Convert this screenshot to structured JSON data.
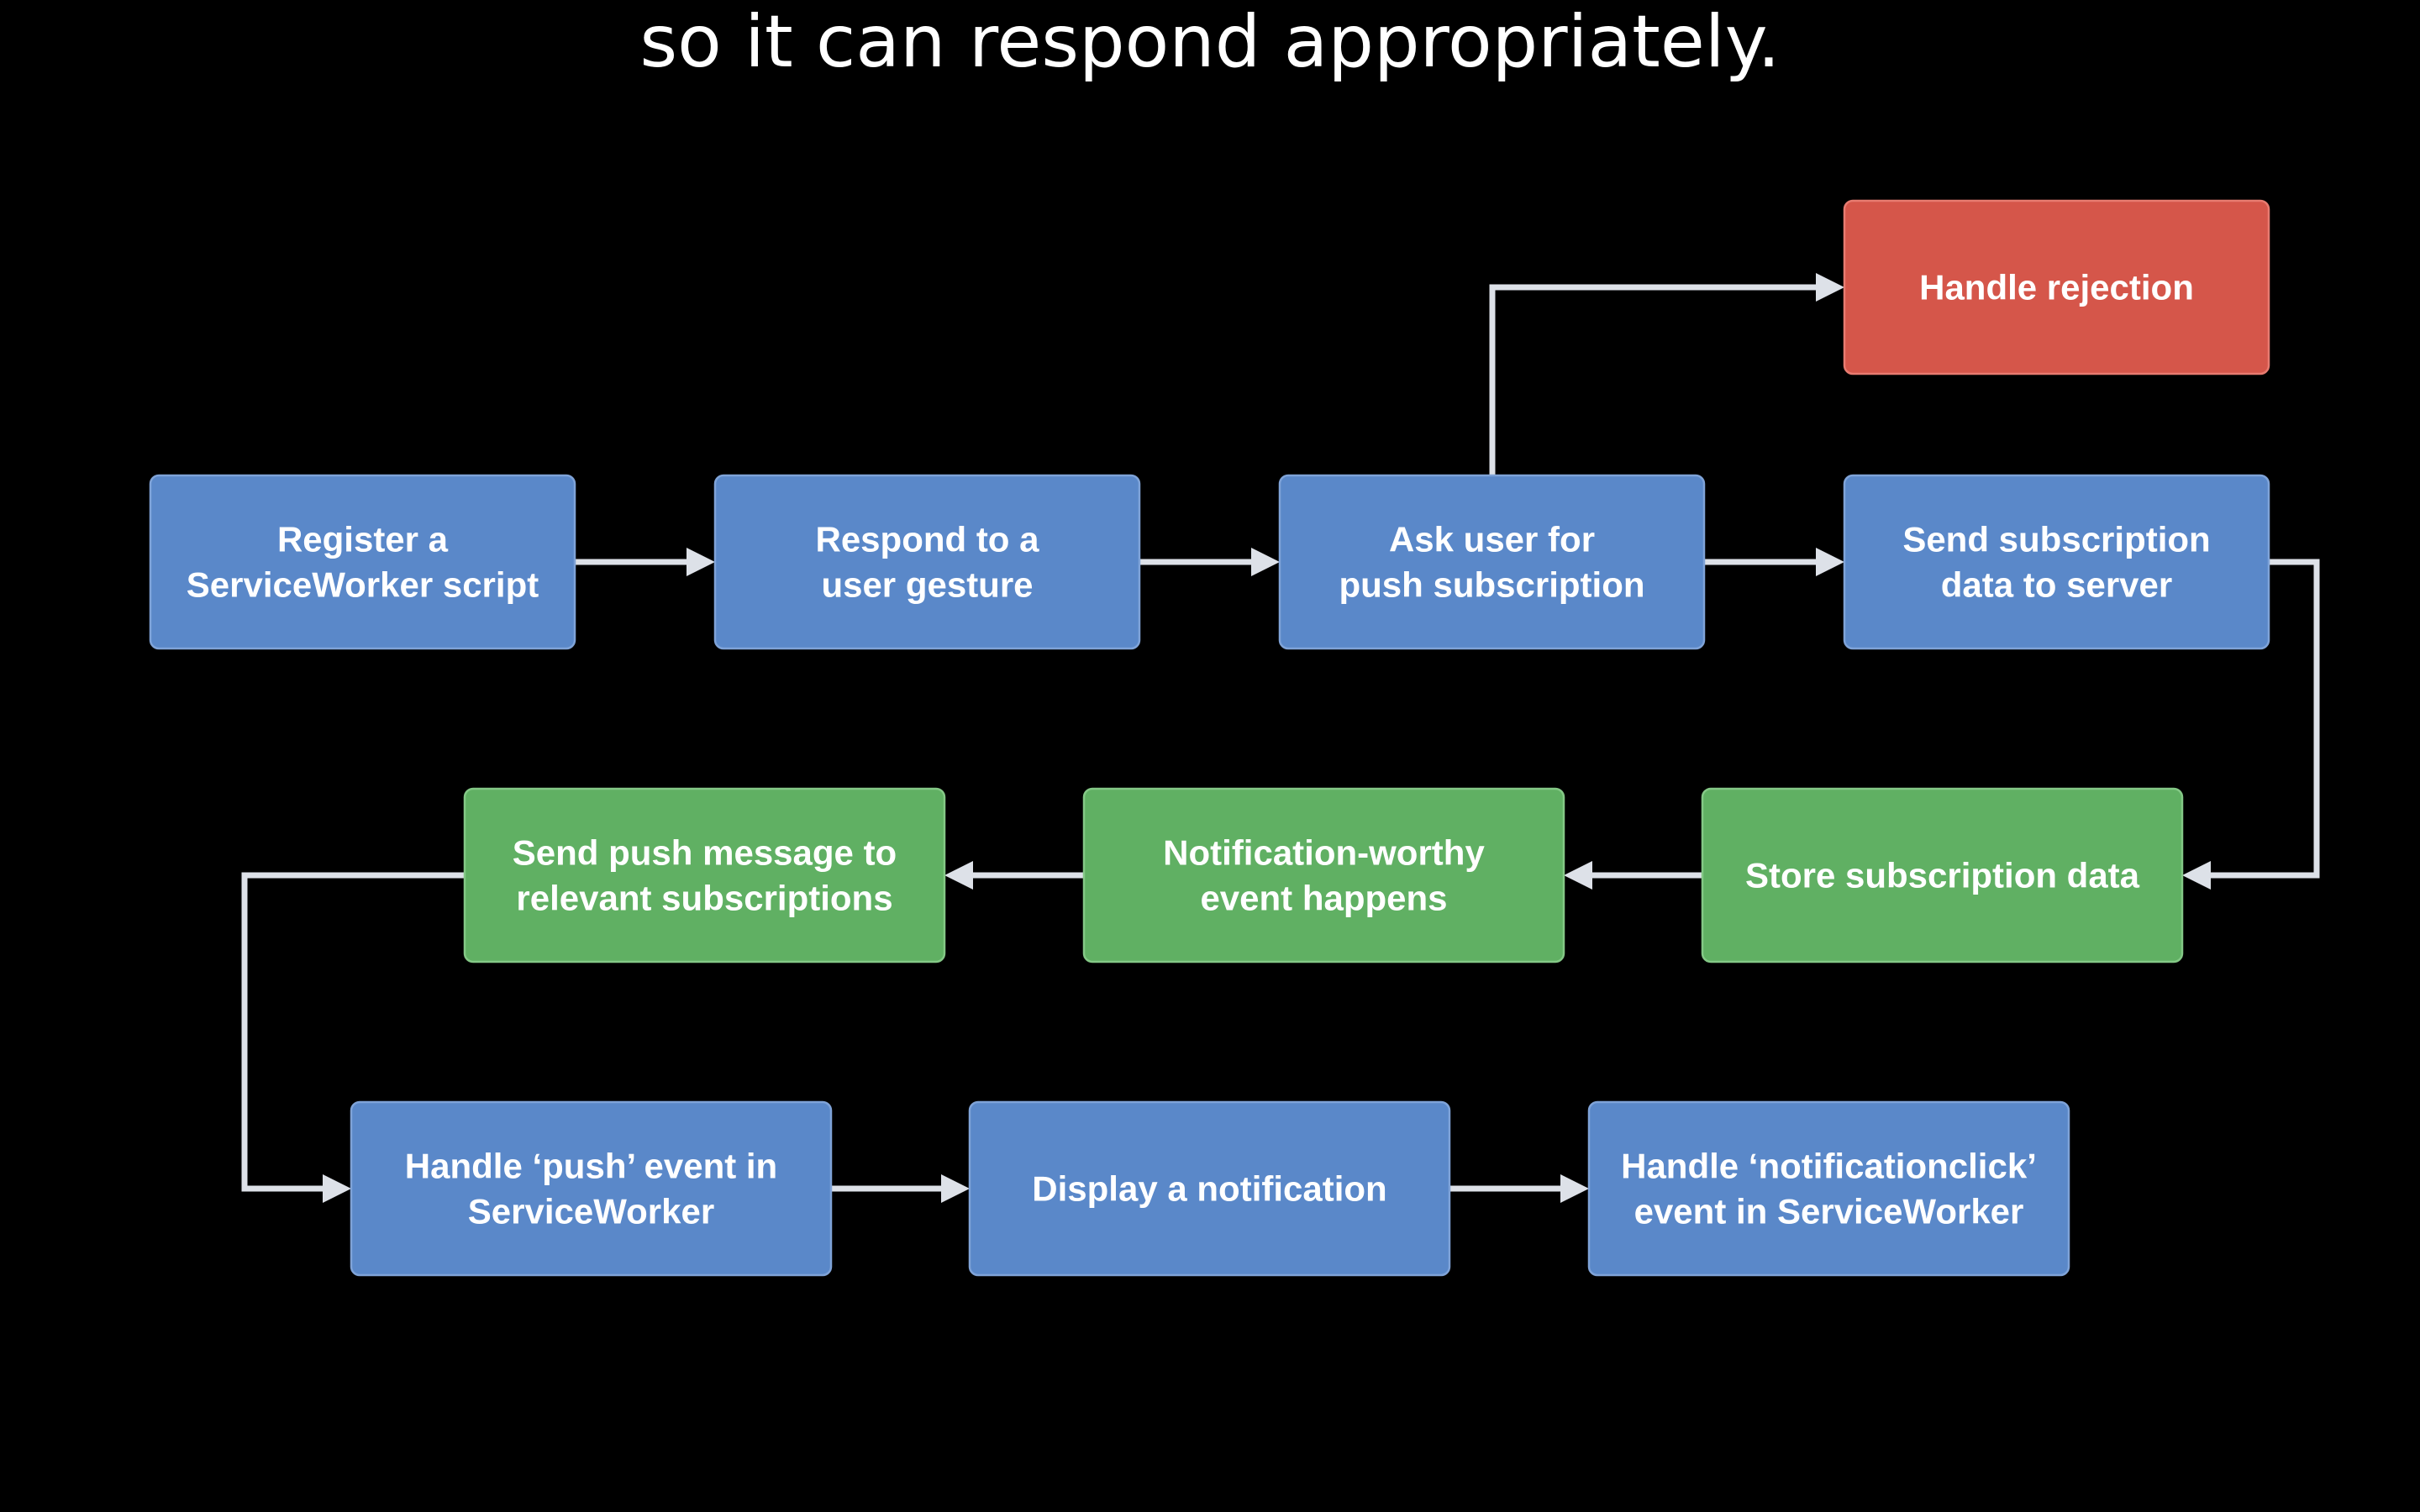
{
  "slide": {
    "caption": "so it can respond appropriately."
  },
  "colors": {
    "background": "#000000",
    "blue_fill": "#5a88c9",
    "blue_stroke": "#7fa3d8",
    "green_fill": "#60b063",
    "green_stroke": "#84c886",
    "red_fill": "#d5564a",
    "red_stroke": "#e77b70",
    "connector": "#dde1e8"
  },
  "nodes": [
    {
      "id": "register",
      "kind": "blue",
      "lines": [
        "Register a",
        "ServiceWorker script"
      ]
    },
    {
      "id": "gesture",
      "kind": "blue",
      "lines": [
        "Respond to a",
        "user gesture"
      ]
    },
    {
      "id": "ask",
      "kind": "blue",
      "lines": [
        "Ask user for",
        "push subscription"
      ]
    },
    {
      "id": "send_sub",
      "kind": "blue",
      "lines": [
        "Send subscription",
        "data to server"
      ]
    },
    {
      "id": "rejection",
      "kind": "red",
      "lines": [
        "Handle rejection"
      ]
    },
    {
      "id": "store",
      "kind": "green",
      "lines": [
        "Store subscription data"
      ]
    },
    {
      "id": "event",
      "kind": "green",
      "lines": [
        "Notification-worthy",
        "event happens"
      ]
    },
    {
      "id": "send_push",
      "kind": "green",
      "lines": [
        "Send push message to",
        "relevant subscriptions"
      ]
    },
    {
      "id": "handle_push",
      "kind": "blue",
      "lines": [
        "Handle ‘push’ event in",
        "ServiceWorker"
      ]
    },
    {
      "id": "display",
      "kind": "blue",
      "lines": [
        "Display a notification"
      ]
    },
    {
      "id": "handle_click",
      "kind": "blue",
      "lines": [
        "Handle ‘notificationclick’",
        "event in ServiceWorker"
      ]
    }
  ],
  "edges": [
    {
      "from": "register",
      "to": "gesture"
    },
    {
      "from": "gesture",
      "to": "ask"
    },
    {
      "from": "ask",
      "to": "send_sub"
    },
    {
      "from": "ask",
      "to": "rejection"
    },
    {
      "from": "send_sub",
      "to": "store"
    },
    {
      "from": "store",
      "to": "event"
    },
    {
      "from": "event",
      "to": "send_push"
    },
    {
      "from": "send_push",
      "to": "handle_push"
    },
    {
      "from": "handle_push",
      "to": "display"
    },
    {
      "from": "display",
      "to": "handle_click"
    }
  ]
}
